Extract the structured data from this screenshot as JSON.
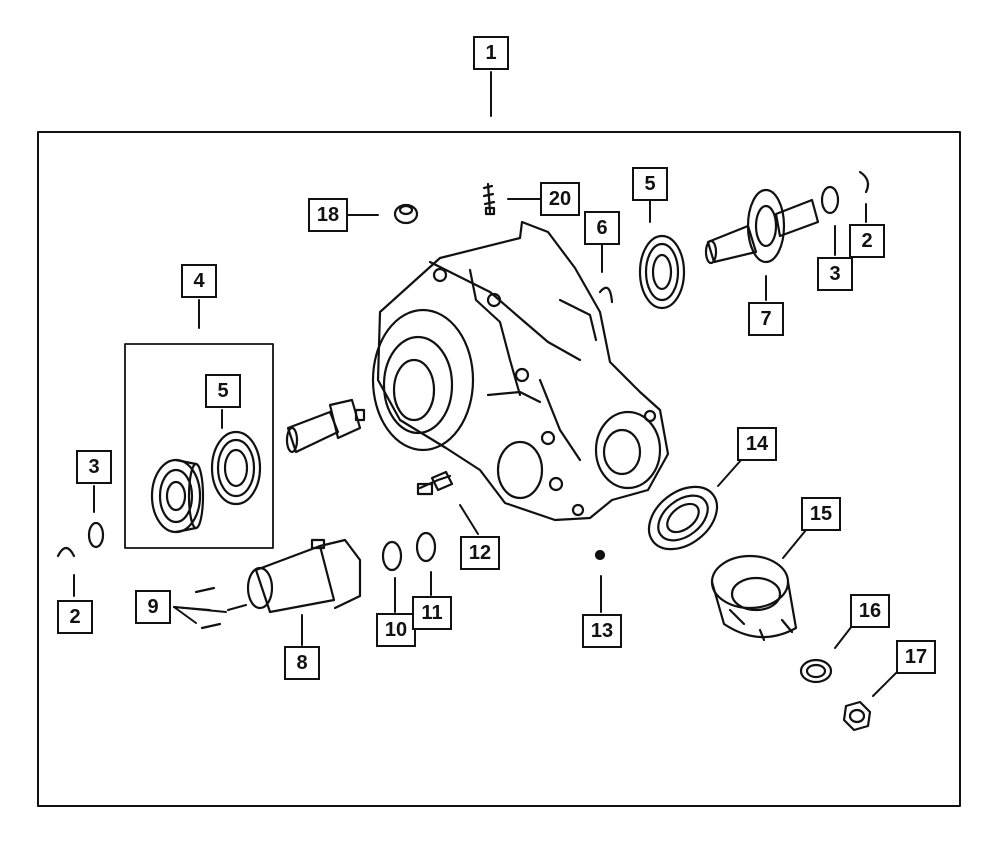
{
  "colors": {
    "ink": "#111111",
    "background": "#ffffff"
  },
  "callouts": [
    {
      "id": "c1",
      "label": "1"
    },
    {
      "id": "c4",
      "label": "4"
    },
    {
      "id": "c5a",
      "label": "5"
    },
    {
      "id": "c5b",
      "label": "5"
    },
    {
      "id": "c3a",
      "label": "3"
    },
    {
      "id": "c3b",
      "label": "3"
    },
    {
      "id": "c2a",
      "label": "2"
    },
    {
      "id": "c2b",
      "label": "2"
    },
    {
      "id": "c6",
      "label": "6"
    },
    {
      "id": "c7",
      "label": "7"
    },
    {
      "id": "c8",
      "label": "8"
    },
    {
      "id": "c9",
      "label": "9"
    },
    {
      "id": "c10",
      "label": "10"
    },
    {
      "id": "c11",
      "label": "11"
    },
    {
      "id": "c12",
      "label": "12"
    },
    {
      "id": "c13",
      "label": "13"
    },
    {
      "id": "c14",
      "label": "14"
    },
    {
      "id": "c15",
      "label": "15"
    },
    {
      "id": "c16",
      "label": "16"
    },
    {
      "id": "c17",
      "label": "17"
    },
    {
      "id": "c18",
      "label": "18"
    },
    {
      "id": "c20",
      "label": "20"
    }
  ]
}
